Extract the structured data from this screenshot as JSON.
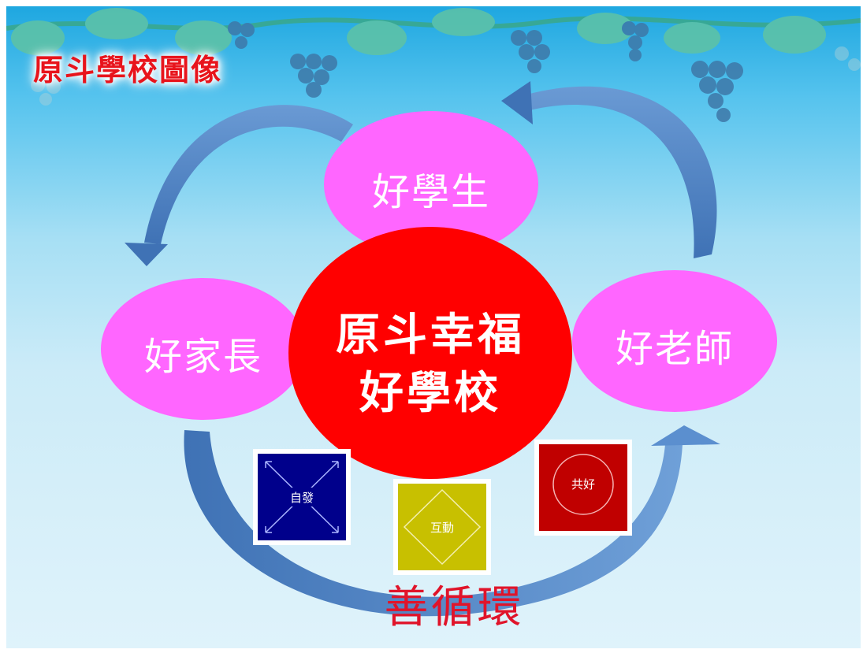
{
  "slide_title": "原斗學校圖像",
  "center": {
    "line1": "原斗幸福",
    "line2": "好學校"
  },
  "nodes": {
    "top": "好學生",
    "left": "好家長",
    "right": "好老師"
  },
  "boxes": [
    {
      "label": "自發",
      "color": "#00008b",
      "icon": "outward-arrows-icon"
    },
    {
      "label": "互動",
      "color": "#c8c000",
      "icon": "diamond-cycle-icon"
    },
    {
      "label": "共好",
      "color": "#c00000",
      "icon": "circular-arrows-icon"
    }
  ],
  "cycle_label": "善循環",
  "colors": {
    "center_circle": "#ff0000",
    "node_ellipse": "#ff66ff",
    "arrow": "#4f84c4",
    "title_text": "#e8141c",
    "cycle_text": "#e0142a"
  }
}
